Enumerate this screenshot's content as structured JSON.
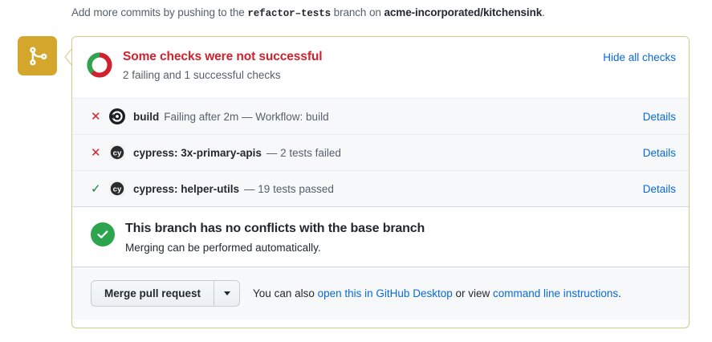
{
  "notice": {
    "prefix": "Add more commits by pushing to the",
    "branch": "refactor–tests",
    "middle": "branch on",
    "repo": "acme-incorporated/kitchensink",
    "suffix": "."
  },
  "badge": {
    "icon": "git-merge-icon",
    "color": "#d4a72c"
  },
  "header": {
    "icon": "checks-donut-icon",
    "title": "Some checks were not successful",
    "subtitle": "2 failing and 1 successful checks",
    "hide_all_label": "Hide all checks",
    "title_color": "#cf222e",
    "donut": {
      "failing_color": "#cf222e",
      "success_color": "#2da44e",
      "success_fraction": 0.33
    }
  },
  "checks": [
    {
      "status": "failure",
      "status_glyph": "✕",
      "avatar_icon": "github-actions-icon",
      "name": "build",
      "description": "Failing after 2m — Workflow: build",
      "details_label": "Details"
    },
    {
      "status": "failure",
      "status_glyph": "✕",
      "avatar_icon": "cypress-icon",
      "name": "cypress: 3x-primary-apis",
      "description": "— 2 tests failed",
      "details_label": "Details"
    },
    {
      "status": "success",
      "status_glyph": "✓",
      "avatar_icon": "cypress-icon",
      "name": "cypress: helper-utils",
      "description": "— 19 tests passed",
      "details_label": "Details"
    }
  ],
  "conflicts": {
    "icon": "check-circle-icon",
    "icon_color": "#2da44e",
    "title": "This branch has no conflicts with the base branch",
    "subtitle": "Merging can be performed automatically."
  },
  "merge_footer": {
    "merge_button_label": "Merge pull request",
    "caret_icon": "chevron-down-icon",
    "text_before": "You can also",
    "link_desktop": "open this in GitHub Desktop",
    "text_middle": "or view",
    "link_cli": "command line instructions",
    "text_after": "."
  }
}
